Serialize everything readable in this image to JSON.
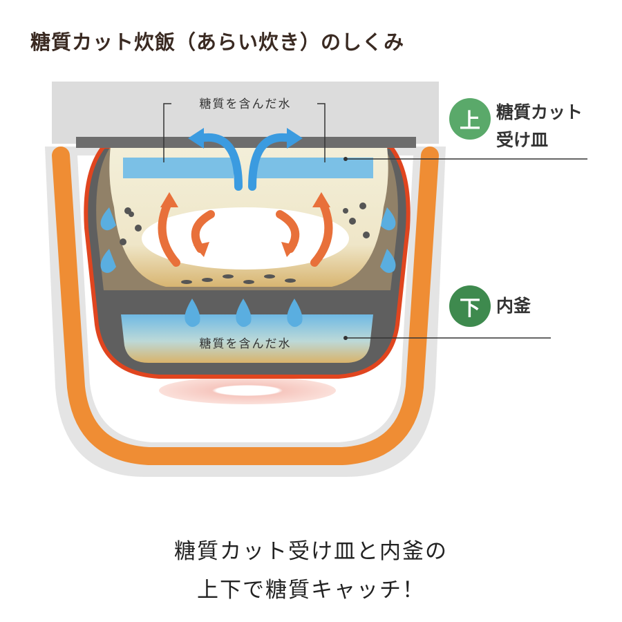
{
  "title": "糖質カット炊飯（あらい炊き）のしくみ",
  "diagram": {
    "top_water_label": "糖質を含んだ水",
    "bottom_water_label": "糖質を含んだ水"
  },
  "labels": {
    "upper": {
      "badge": "上",
      "line1": "糖質カット",
      "line2": "受け皿",
      "color": "#5aa96a"
    },
    "lower": {
      "badge": "下",
      "line1": "内釜",
      "color": "#3e8a4e"
    }
  },
  "caption": {
    "line1": "糖質カット受け皿と内釜の",
    "line2": "上下で糖質キャッチ！"
  }
}
